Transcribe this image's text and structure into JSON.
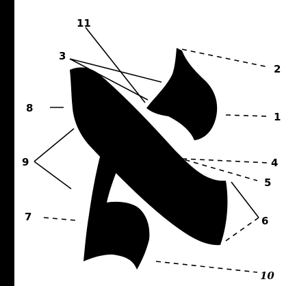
{
  "figure": {
    "colors": {
      "background": "#ffffff",
      "ink": "#000000",
      "left_bar": "#000000"
    },
    "labels": [
      {
        "id": "label-1",
        "text": "1"
      },
      {
        "id": "label-2",
        "text": "2"
      },
      {
        "id": "label-3",
        "text": "3"
      },
      {
        "id": "label-4",
        "text": "4"
      },
      {
        "id": "label-5",
        "text": "5"
      },
      {
        "id": "label-6",
        "text": "6"
      },
      {
        "id": "label-7",
        "text": "7"
      },
      {
        "id": "label-8",
        "text": "8"
      },
      {
        "id": "label-9",
        "text": "9"
      },
      {
        "id": "label-10",
        "text": "10"
      },
      {
        "id": "label-11",
        "text": "11"
      }
    ]
  }
}
